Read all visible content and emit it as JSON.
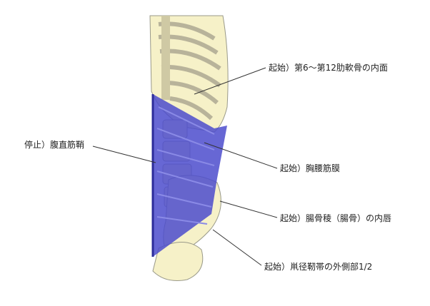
{
  "labels": {
    "origin_ribs": "起始）第6～第12肋軟骨の内面",
    "insertion_sheath": "停止）腹直筋鞘",
    "origin_fascia": "起始）胸腰筋膜",
    "origin_iliac": "起始）腸骨稜（腸骨）の内唇",
    "origin_inguinal": "起始）鼡径靭帯の外側部1/2"
  },
  "colors": {
    "bone": "#f6f1c8",
    "bone_outline": "#9a9a8a",
    "muscle": "#4c4ccc",
    "muscle_light": "#8a8ae6",
    "leader": "#333333"
  }
}
